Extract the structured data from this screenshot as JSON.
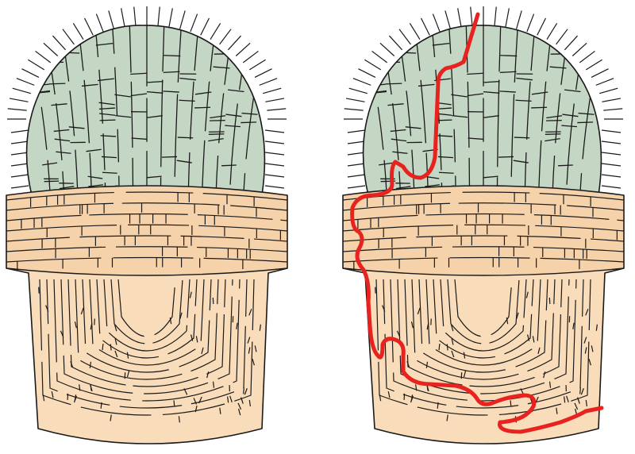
{
  "puzzle": {
    "kind": "maze",
    "subject": "cactus in pot",
    "panels": [
      {
        "id": "puzzle",
        "show_solution": false
      },
      {
        "id": "solution",
        "show_solution": true
      }
    ]
  },
  "colors": {
    "cactus_fill": "#c4d6c4",
    "pot_fill": "#f9dcba",
    "pot_rim_fill": "#f6d2ab",
    "line": "#1a1a1a",
    "spine": "#1a1a1a",
    "solution_path": "#e8231f"
  }
}
